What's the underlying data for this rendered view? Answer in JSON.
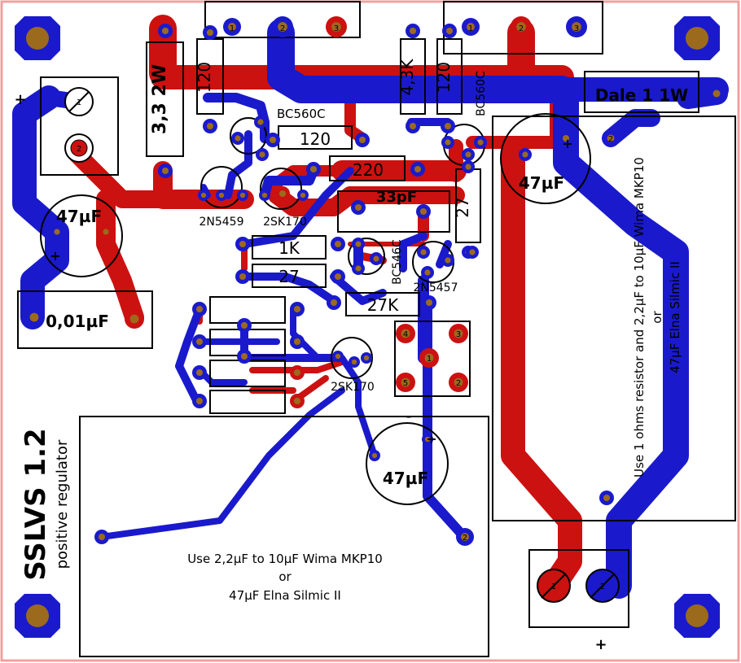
{
  "colors": {
    "border": "#f0a0a0",
    "red_trace": "#cc1111",
    "blue_trace": "#1a1acc",
    "pad_copper": "#9b6a1c",
    "silk": "#000000"
  },
  "title": {
    "main": "SSLVS 1.2",
    "sub": "positive regulator"
  },
  "resistors": {
    "r_33w": "3,3 2W",
    "r_120_a": "120",
    "r_120_b": "120",
    "r_120_c": "120",
    "r_43k": "4,3K",
    "r_220": "220",
    "r_1k": "1K",
    "r_27_a": "27",
    "r_27k": "27K",
    "r_27_b": "27",
    "dale": "Dale 1 1W"
  },
  "capacitors": {
    "c_47_left": "47µF",
    "c_47_right": "47µF",
    "c_47_mid": "47µF",
    "c_001": "0,01µF",
    "c_33p": "33pF"
  },
  "semis": {
    "bc560c_a": "BC560C",
    "bc560c_b": "BC560C",
    "bc546": "BC546C",
    "jfet_2n5459": "2N5459",
    "jfet_2sk170_a": "2SK170",
    "jfet_2sk170_b": "2SK170",
    "j_2n5457": "2N5457"
  },
  "pins": {
    "p1": "1",
    "p2": "2",
    "p3": "3",
    "p4": "4",
    "p5": "5"
  },
  "polarity": {
    "plus": "+",
    "minus": "-"
  },
  "notes": {
    "bottom": [
      "Use 2,2µF to 10µF Wima MKP10",
      "or",
      "47µF Elna Silmic II"
    ],
    "right": [
      "Use 1 ohms resistor and 2,2µF to 10µF Wima MKP10",
      "or",
      "47µF Elna Silmic II"
    ]
  }
}
